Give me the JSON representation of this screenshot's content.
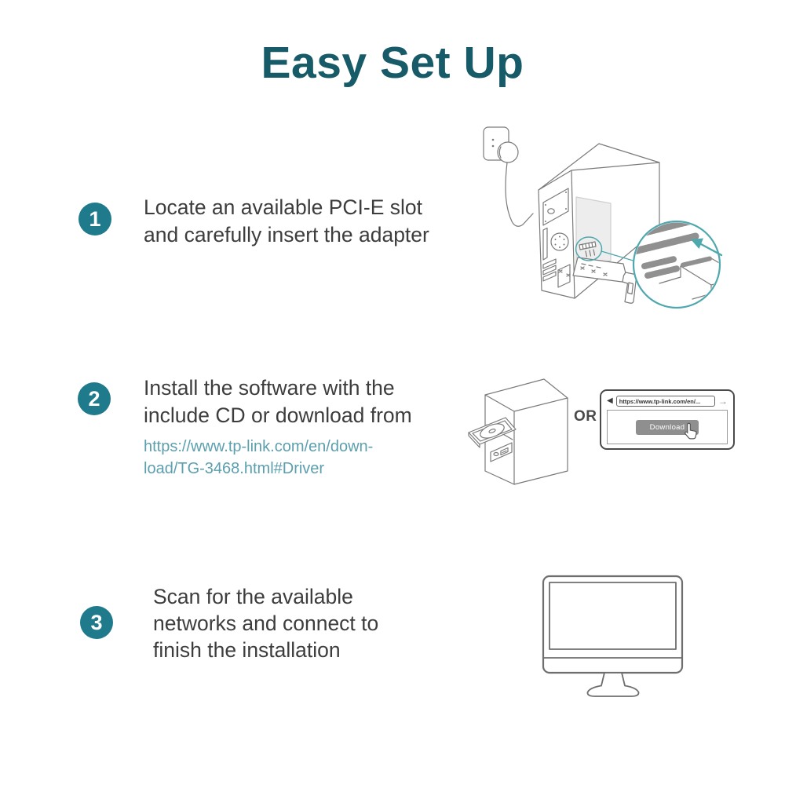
{
  "title": "Easy Set Up",
  "steps": [
    {
      "number": "1",
      "lines": [
        "Locate an available PCI-E slot",
        "and carefully insert the adapter"
      ]
    },
    {
      "number": "2",
      "lines": [
        "Install the software with the",
        "include CD or download from"
      ],
      "link_lines": [
        "https://www.tp-link.com/en/down-",
        "load/TG-3468.html#Driver"
      ]
    },
    {
      "number": "3",
      "lines": [
        "Scan for the available",
        "networks and connect to",
        "finish the installation"
      ]
    }
  ],
  "step2_graphic": {
    "or_label": "OR",
    "browser_url": "https://www.tp-link.com/en/...",
    "download_label": "Download"
  },
  "icons": {
    "back_arrow": "◀",
    "forward_arrow": "→"
  },
  "illustrations": {
    "step1": "pc-tower-with-wall-plug-and-pcie-slot-magnifier",
    "step2": "cd-tower-or-browser-download-window",
    "step3": "desktop-monitor"
  },
  "colors": {
    "title": "#175A68",
    "badge": "#1F7A8C",
    "body_text": "#3D3D3D",
    "link": "#5C9FAE",
    "accent_teal": "#4FA8AD",
    "line_art": "#7A7A7A",
    "download_button": "#8F8F8F",
    "background": "#FFFFFF"
  }
}
